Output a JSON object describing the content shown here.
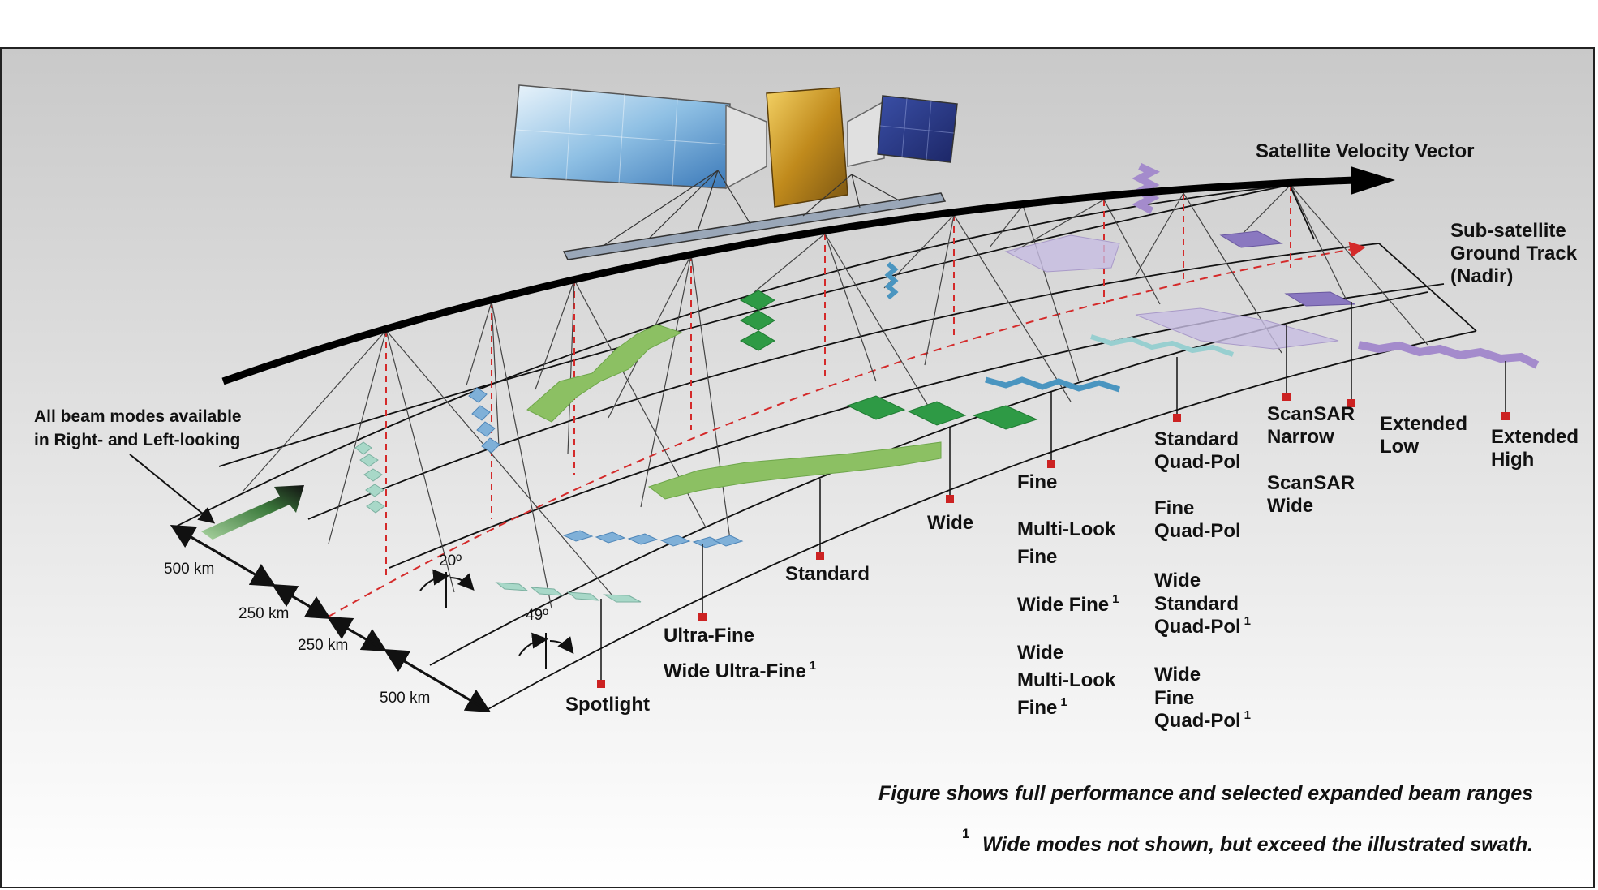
{
  "velocity": {
    "label": "Satellite Velocity Vector"
  },
  "ground_track": {
    "lines": [
      "Sub-satellite",
      "Ground Track",
      "(Nadir)"
    ]
  },
  "beam_modes_note": {
    "lines": [
      "All beam modes available",
      "in Right- and Left-looking"
    ]
  },
  "distances": [
    "500 km",
    "250 km",
    "250 km",
    "500 km"
  ],
  "angles": {
    "near": "20º",
    "far": "49º"
  },
  "modes": {
    "spotlight": "Spotlight",
    "ultrafine": [
      "Ultra-Fine",
      "Wide Ultra-Fine"
    ],
    "standard": "Standard",
    "wide": "Wide",
    "fine_group": [
      "Fine",
      "Multi-Look",
      "Fine",
      "Wide Fine",
      "Wide",
      "Multi-Look",
      "Fine"
    ],
    "quadpol_group": [
      "Standard",
      "Quad-Pol",
      "Fine",
      "Quad-Pol",
      "Wide",
      "Standard",
      "Quad-Pol",
      "Wide",
      "Fine",
      "Quad-Pol"
    ],
    "scansar": [
      "ScanSAR",
      "Narrow",
      "ScanSAR",
      "Wide"
    ],
    "extended_low": [
      "Extended",
      "Low"
    ],
    "extended_high": [
      "Extended",
      "High"
    ],
    "superscript": "1"
  },
  "footnotes": {
    "line1": "Figure shows full performance and selected expanded beam ranges",
    "marker": "1",
    "line2": "Wide modes not shown, but exceed the illustrated swath."
  },
  "colors": {
    "spotlight": "#a8d8c8",
    "ultrafine": "#7fb0d8",
    "standard": "#8cc063",
    "wide": "#2e9a45",
    "fine": "#4a95c0",
    "quadpol": "#c7bde2",
    "scansar": "#8a78c0",
    "extended": "#a48bcc",
    "nadir": "#d42a2a",
    "marker": "#cc2222"
  }
}
